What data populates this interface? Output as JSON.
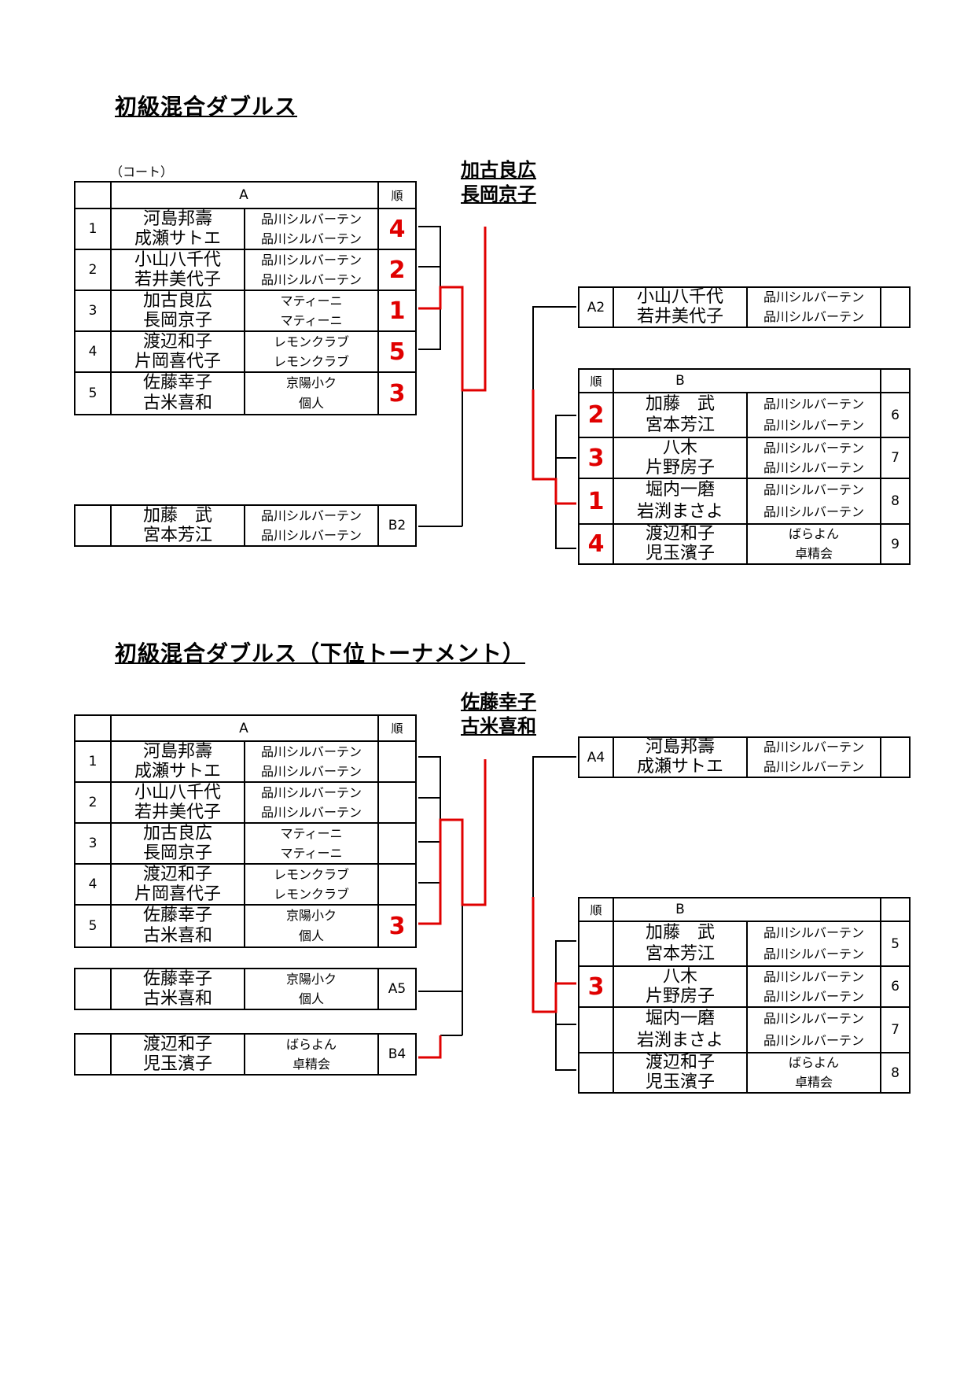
{
  "top": {
    "title": "初級混合ダブルス",
    "court_label": "（コート）",
    "winner": [
      "加古良広",
      "長岡京子"
    ],
    "group_a": {
      "header": "A",
      "rank_header": "順",
      "rows": [
        {
          "no": "1",
          "names": [
            "河島邦壽",
            "成瀬サトエ"
          ],
          "clubs": [
            "品川シルバーテン",
            "品川シルバーテン"
          ],
          "rank": "4"
        },
        {
          "no": "2",
          "names": [
            "小山八千代",
            "若井美代子"
          ],
          "clubs": [
            "品川シルバーテン",
            "品川シルバーテン"
          ],
          "rank": "2"
        },
        {
          "no": "3",
          "names": [
            "加古良広",
            "長岡京子"
          ],
          "clubs": [
            "マティーニ",
            "マティーニ"
          ],
          "rank": "1"
        },
        {
          "no": "4",
          "names": [
            "渡辺和子",
            "片岡喜代子"
          ],
          "clubs": [
            "レモンクラブ",
            "レモンクラブ"
          ],
          "rank": "5"
        },
        {
          "no": "5",
          "names": [
            "佐藤幸子",
            "古米喜和"
          ],
          "clubs": [
            "京陽小ク",
            "個人"
          ],
          "rank": "3"
        }
      ]
    },
    "extra_left": {
      "names": [
        "加藤　武",
        "宮本芳江"
      ],
      "clubs": [
        "品川シルバーテン",
        "品川シルバーテン"
      ],
      "tag": "B2"
    },
    "extra_right": {
      "tag": "A2",
      "names": [
        "小山八千代",
        "若井美代子"
      ],
      "clubs": [
        "品川シルバーテン",
        "品川シルバーテン"
      ]
    },
    "group_b": {
      "header": "B",
      "rank_header": "順",
      "rows": [
        {
          "rank": "2",
          "names": [
            "加藤　武",
            "宮本芳江"
          ],
          "clubs": [
            "品川シルバーテン",
            "品川シルバーテン"
          ],
          "no": "6"
        },
        {
          "rank": "3",
          "names": [
            "八木",
            "片野房子"
          ],
          "clubs": [
            "品川シルバーテン",
            "品川シルバーテン"
          ],
          "no": "7"
        },
        {
          "rank": "1",
          "names": [
            "堀内一磨",
            "岩渕まさよ"
          ],
          "clubs": [
            "品川シルバーテン",
            "品川シルバーテン"
          ],
          "no": "8"
        },
        {
          "rank": "4",
          "names": [
            "渡辺和子",
            "児玉濱子"
          ],
          "clubs": [
            "ばらよん",
            "卓精会"
          ],
          "no": "9"
        }
      ]
    }
  },
  "bottom": {
    "title": "初級混合ダブルス（下位トーナメント）",
    "winner": [
      "佐藤幸子",
      "古米喜和"
    ],
    "group_a": {
      "header": "A",
      "rank_header": "順",
      "rows": [
        {
          "no": "1",
          "names": [
            "河島邦壽",
            "成瀬サトエ"
          ],
          "clubs": [
            "品川シルバーテン",
            "品川シルバーテン"
          ],
          "rank": ""
        },
        {
          "no": "2",
          "names": [
            "小山八千代",
            "若井美代子"
          ],
          "clubs": [
            "品川シルバーテン",
            "品川シルバーテン"
          ],
          "rank": ""
        },
        {
          "no": "3",
          "names": [
            "加古良広",
            "長岡京子"
          ],
          "clubs": [
            "マティーニ",
            "マティーニ"
          ],
          "rank": ""
        },
        {
          "no": "4",
          "names": [
            "渡辺和子",
            "片岡喜代子"
          ],
          "clubs": [
            "レモンクラブ",
            "レモンクラブ"
          ],
          "rank": ""
        },
        {
          "no": "5",
          "names": [
            "佐藤幸子",
            "古米喜和"
          ],
          "clubs": [
            "京陽小ク",
            "個人"
          ],
          "rank": "3"
        }
      ]
    },
    "extra_left_1": {
      "names": [
        "佐藤幸子",
        "古米喜和"
      ],
      "clubs": [
        "京陽小ク",
        "個人"
      ],
      "tag": "A5"
    },
    "extra_left_2": {
      "names": [
        "渡辺和子",
        "児玉濱子"
      ],
      "clubs": [
        "ばらよん",
        "卓精会"
      ],
      "tag": "B4"
    },
    "extra_right": {
      "tag": "A4",
      "names": [
        "河島邦壽",
        "成瀬サトエ"
      ],
      "clubs": [
        "品川シルバーテン",
        "品川シルバーテン"
      ]
    },
    "group_b": {
      "header": "B",
      "rank_header": "順",
      "rows": [
        {
          "rank": "",
          "names": [
            "加藤　武",
            "宮本芳江"
          ],
          "clubs": [
            "品川シルバーテン",
            "品川シルバーテン"
          ],
          "no": "5"
        },
        {
          "rank": "3",
          "names": [
            "八木",
            "片野房子"
          ],
          "clubs": [
            "品川シルバーテン",
            "品川シルバーテン"
          ],
          "no": "6"
        },
        {
          "rank": "",
          "names": [
            "堀内一磨",
            "岩渕まさよ"
          ],
          "clubs": [
            "品川シルバーテン",
            "品川シルバーテン"
          ],
          "no": "7"
        },
        {
          "rank": "",
          "names": [
            "渡辺和子",
            "児玉濱子"
          ],
          "clubs": [
            "ばらよん",
            "卓精会"
          ],
          "no": "8"
        }
      ]
    }
  },
  "colors": {
    "highlight": "#e00000",
    "line": "#000000"
  }
}
